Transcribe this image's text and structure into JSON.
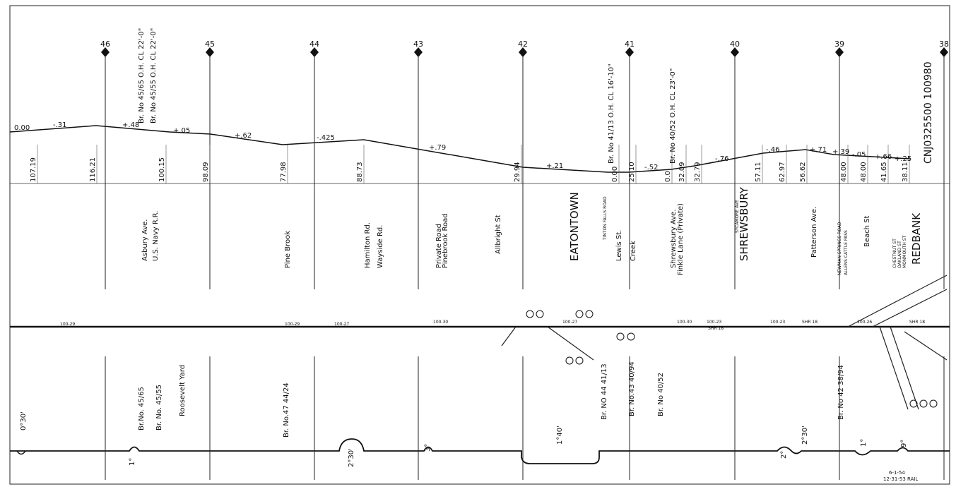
{
  "mileposts": [
    "46",
    "45",
    "44",
    "43",
    "42",
    "41",
    "40",
    "39",
    "38"
  ],
  "grades": [
    "0.00",
    "-.31",
    "+.48",
    "+.05",
    "+.62",
    "-.425",
    "+.79",
    "+.21",
    "-.52",
    "-.76",
    "-.46",
    "+.71",
    "+.39",
    "-.05",
    "+.66",
    "+.25"
  ],
  "elevations": [
    "107.19",
    "116.21",
    "100.15",
    "98.09",
    "77.98",
    "88.73",
    "29.94",
    "0.00",
    "25.10",
    "32.09",
    "0.0",
    "32.79",
    "57.11",
    "62.97",
    "56.62",
    "48.00",
    "48.00",
    "41.65",
    "38.11"
  ],
  "drawing_id": "CNJ0325500 100980",
  "stations": {
    "eatontown": "EATONTOWN",
    "shrewsbury": "SHREWSBURY",
    "redbank": "REDBANK"
  },
  "streets": [
    "Asbury Ave.",
    "U.S. Navy R.R.",
    "Pine Brook",
    "Hamilton Rd.",
    "Wayside Rd.",
    "Private Road",
    "Pinebrook Road",
    "Allbright St",
    "TINTON FALLS ROAD",
    "Lewis St.",
    "Creek",
    "Shrewsbury Ave.",
    "Finkle Lane (Private)",
    "SYCAMORE AVE",
    "Patterson Ave.",
    "NEWMAN SPRINGS ROAD",
    "ALLENS CATTLE PASS",
    "Beach St",
    "CHESTNUT ST",
    "OAKLAND ST",
    "MONMOUTH ST"
  ],
  "bridges": {
    "top_a": "Br. No 45/65 O.H. CL 22'-0\"",
    "top_b": "Br. No 45/55 O.H. CL 22'-0\"",
    "top_c": "Br. No 41/13 O.H. CL 16'-10\"",
    "top_d": "Br. No 40/52 O.H. CL 23'-0\"",
    "bot_a": "Br.No. 45/65",
    "bot_b": "Br. No. 45/55",
    "bot_c": "Br. No.47 44/24",
    "bot_d": "Br. NO 44 41/13",
    "bot_e": "Br. No.43 40/94",
    "bot_f": "Br. No 40/52",
    "bot_g": "Br. No 42 38/94"
  },
  "roosevelt_yard": "Roosevelt Yard",
  "curves": [
    "0°30'",
    "1°",
    "2°30'",
    "3°",
    "1°40'",
    "2°",
    "2°30'",
    "1°",
    "9°"
  ],
  "track_labels": [
    "100-29",
    "100-29",
    "100-27",
    "100-30",
    "100-27",
    "100-30",
    "100-23",
    "100-23",
    "100-26",
    "SHR 18",
    "SHR 18",
    "SHR 18"
  ],
  "footer": {
    "line1": "6-1-54",
    "line2": "12-31-53 RAIL"
  }
}
